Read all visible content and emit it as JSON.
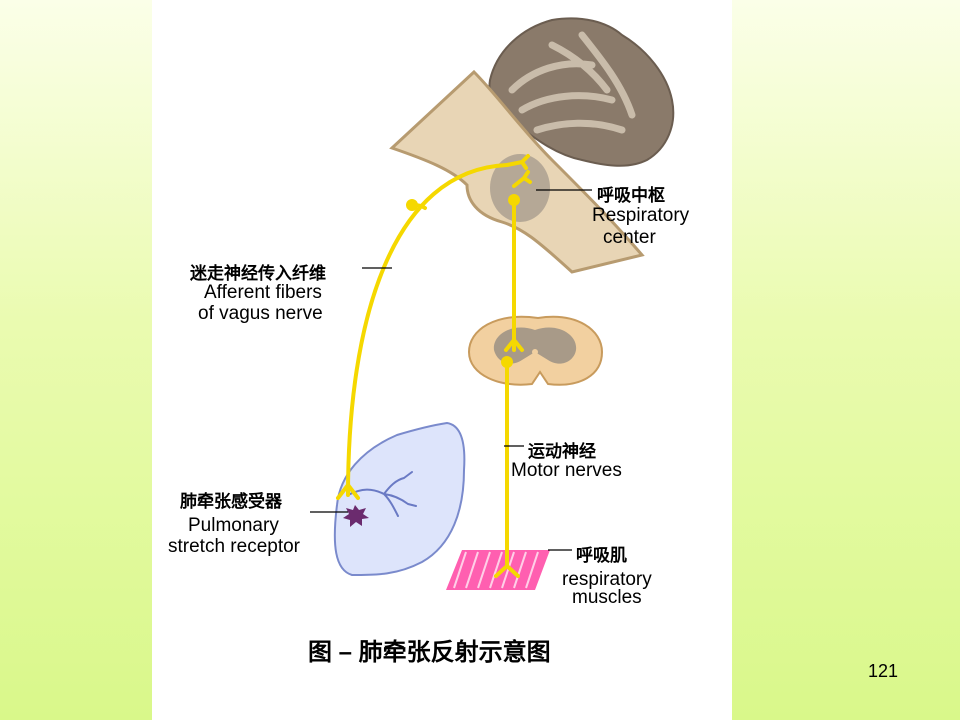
{
  "labels": {
    "respiratory_center_cn": "呼吸中枢",
    "respiratory_center_en_1": "Respiratory",
    "respiratory_center_en_2": "center",
    "vagus_cn": "迷走神经传入纤维",
    "vagus_en_1": "Afferent fibers",
    "vagus_en_2": "of vagus nerve",
    "motor_cn": "运动神经",
    "motor_en": "Motor nerves",
    "receptor_cn": "肺牵张感受器",
    "receptor_en_1": "Pulmonary",
    "receptor_en_2": "stretch receptor",
    "muscle_cn": "呼吸肌",
    "muscle_en_1": "respiratory",
    "muscle_en_2": "muscles"
  },
  "caption": "图 – 肺牵张反射示意图",
  "page_number": "121",
  "colors": {
    "background": "#e6fba8",
    "panel": "#ffffff",
    "nerve": "#f5d800",
    "brainstem": "#e8d5b5",
    "cerebellum": "#8a7a6a",
    "lung": "#dde4fb",
    "muscle": "#ff5fb0",
    "receptor": "#6b2b6e"
  }
}
